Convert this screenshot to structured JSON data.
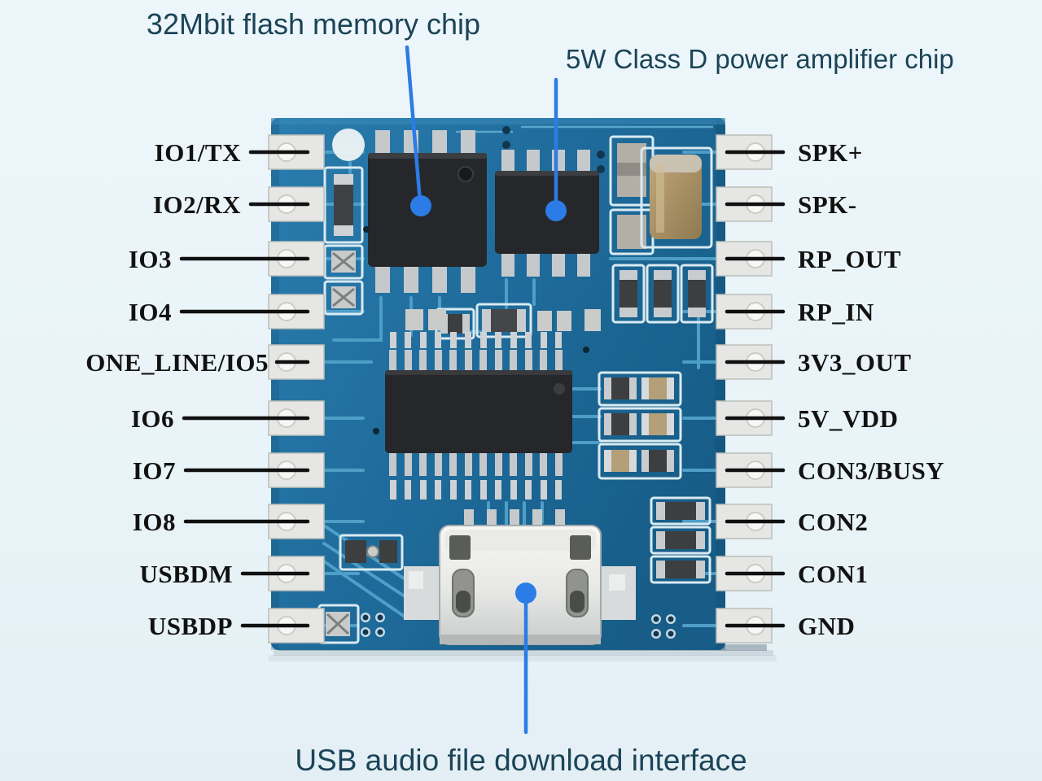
{
  "annotations": {
    "flash_chip": "32Mbit flash memory chip",
    "amplifier_chip": "5W Class D power amplifier chip",
    "usb_interface": "USB audio file download interface"
  },
  "pins": {
    "left": [
      "IO1/TX",
      "IO2/RX",
      "IO3",
      "IO4",
      "ONE_LINE/IO5",
      "IO6",
      "IO7",
      "IO8",
      "USBDM",
      "USBDP"
    ],
    "right": [
      "SPK+",
      "SPK-",
      "RP_OUT",
      "RP_IN",
      "3V3_OUT",
      "5V_VDD",
      "CON3/BUSY",
      "CON2",
      "CON1",
      "GND"
    ]
  },
  "colors": {
    "background": "#e9f4f8",
    "pcb_blue": "#1f6c9c",
    "callout_blue": "#2b7ce6",
    "annotation_text": "#1b4457",
    "pin_label_text": "#121212",
    "pad_silver": "#e6e7e4"
  }
}
